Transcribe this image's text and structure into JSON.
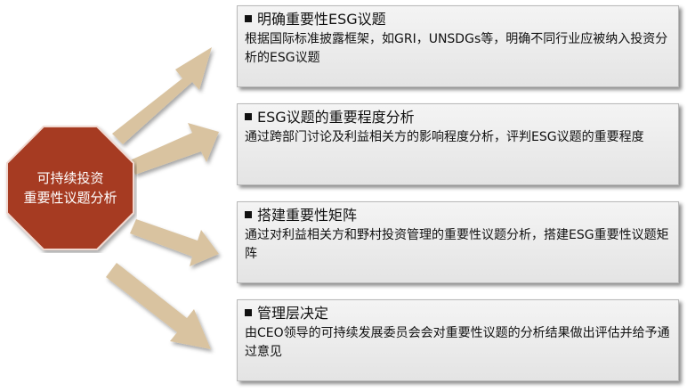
{
  "hub": {
    "line1": "可持续投资",
    "line2": "重要性议题分析"
  },
  "colors": {
    "hub_fill": "#a63a24",
    "arrow_fill": "#d9c3a0",
    "card_bg": "#eeeeee"
  },
  "steps": [
    {
      "title": "明确重要性ESG议题",
      "description": "根据国际标准披露框架，如GRI，UNSDGs等，明确不同行业应被纳入投资分析的ESG议题"
    },
    {
      "title": "ESG议题的重要程度分析",
      "description": "通过跨部门讨论及利益相关方的影响程度分析，评判ESG议题的重要程度"
    },
    {
      "title": "搭建重要性矩阵",
      "description": "通过对利益相关方和野村投资管理的重要性议题分析，搭建ESG重要性议题矩阵"
    },
    {
      "title": "管理层决定",
      "description": "由CEO领导的可持续发展委员会会对重要性议题的分析结果做出评估并给予通过意见"
    }
  ]
}
